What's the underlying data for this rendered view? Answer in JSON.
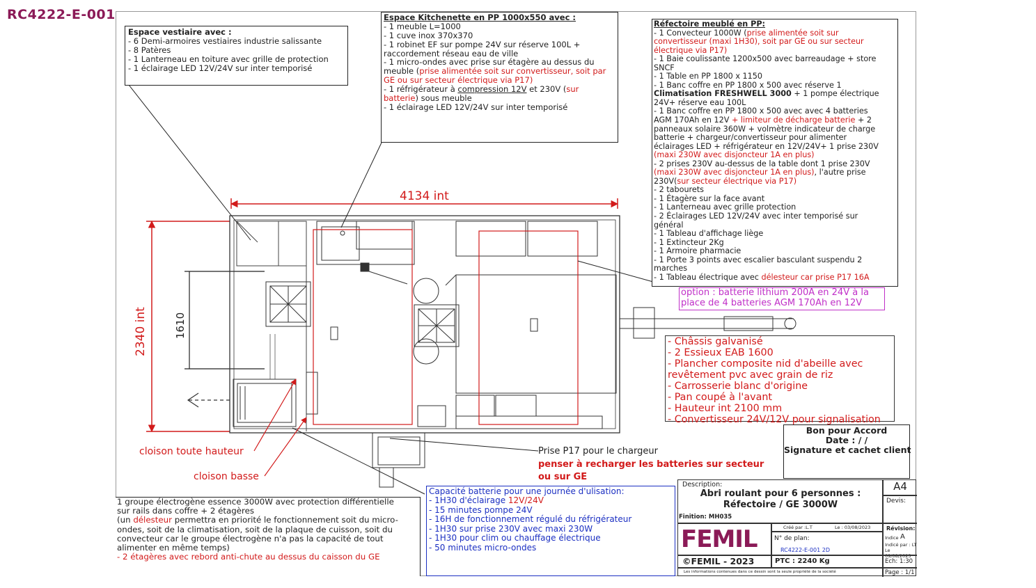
{
  "doc_code": "RC4222-E-001",
  "vestiaire": {
    "title": "Espace vestiaire avec :",
    "lines": [
      "- 6 Demi-armoires vestiaires industrie salissante",
      "- 8 Patères",
      "- 1 Lanterneau en toiture avec grille de protection",
      "- 1 éclairage LED 12V/24V sur inter temporisé"
    ]
  },
  "kitchenette": {
    "title": "Espace Kitchenette en PP 1000x550 avec :",
    "l1": "- 1 meuble L=1000",
    "l2": "- 1 cuve inox 370x370",
    "l3": "- 1 robinet EF sur pompe 24V sur réserve 100L +",
    "l4": "raccordement réseau eau de ville",
    "l5": "- 1 micro-ondes avec prise sur étagère au dessus du",
    "l6a": "meuble (",
    "l6b": "prise alimentée soit sur convertisseur, soit par",
    "l7": "GE ou sur secteur électrique via P17)",
    "l8a": "- 1 réfrigérateur à ",
    "l8b": "compression 12V",
    "l8c": " et 230V (",
    "l8d": "sur",
    "l9a": "batterie",
    "l9b": ") sous meuble",
    "l10": "- 1 éclairage LED 12V/24V sur inter temporisé"
  },
  "refectoire": {
    "title": "Réfectoire meublé en PP:",
    "r1a": "- 1 Convecteur 1000W (",
    "r1b": "prise alimentée soit sur",
    "r2": "convertisseur (maxi 1H30), soit par GE ou sur secteur",
    "r3": "électrique via P17)",
    "r4": "- 1 Baie coulissante 1200x500 avec barreaudage + store",
    "r5": "SNCF",
    "r6": "- 1 Table en PP 1800 x 1150",
    "r7": "- 1 Banc coffre en PP 1800 x 500 avec réserve 1",
    "r8a": "Climatisation FRESHWELL 3000",
    "r8b": " + 1 pompe électrique",
    "r9": "24V+ réserve eau 100L",
    "r10": "- 1 Banc coffre en PP 1800 x 500 avec avec 4 batteries",
    "r11a": "AGM 170Ah en 12V",
    "r11b": " + limiteur de décharge batterie",
    "r11c": " + 2",
    "r12": "panneaux solaire 360W  + volmètre indicateur de charge",
    "r13": "batterie + chargeur/convertisseur pour alimenter",
    "r14": "éclairages LED + réfrigérateur en 12V/24V+ 1 prise 230V",
    "r15": "(maxi 230W avec disjoncteur 1A en plus)",
    "r16": "- 2 prises 230V au-dessus de la table dont 1 prise 230V",
    "r17a": "(maxi 230W avec disjoncteur 1A en plus)",
    "r17b": ", l'autre prise",
    "r18a": "230V(",
    "r18b": "sur secteur électrique via P17)",
    "r19": "- 2 tabourets",
    "r20": "- 1 Étagère sur la face avant",
    "r21": "- 1 Lanterneau avec grille protection",
    "r22": "- 2 Éclairages LED 12V/24V avec inter temporisé sur",
    "r23": "général",
    "r24": "- 1 Tableau d'affichage liège",
    "r25": "- 1 Extincteur 2Kg",
    "r26": "- 1 Armoire pharmacie",
    "r27": " - 1 Porte 3 points avec escalier basculant suspendu 2",
    "r28": "marches",
    "r29a": "- 1 Tableau électrique avec ",
    "r29b": "délesteur car prise P17 16A"
  },
  "option": {
    "l1": "option : batterie lithium 200A en 24V à la",
    "l2": "place de 4 batteries AGM 170Ah en 12V"
  },
  "chassis": {
    "lines": [
      "- Châssis galvanisé",
      "- 2 Essieux EAB 1600",
      "- Plancher composite nid d'abeille avec",
      "revêtement pvc avec grain de riz",
      "- Carrosserie blanc d'origine",
      "- Pan coupé à l'avant",
      "- Hauteur int 2100 mm",
      "- Convertisseur 24V/12V pour signalisation"
    ]
  },
  "bon": {
    "l1": "Bon pour Accord",
    "l2": "Date :   /   /",
    "l3": "Signature et cachet client"
  },
  "dims": {
    "width": "4134 int",
    "height": "2340 int",
    "inner": "1610"
  },
  "labels": {
    "cloison_toute": "cloison toute hauteur",
    "cloison_basse": "cloison basse",
    "prise": "Prise P17 pour le chargeur",
    "penser1": "penser à recharger les batteries sur secteur",
    "penser2": "ou sur GE"
  },
  "groupe": {
    "g1": "1 groupe électrogène essence 3000W avec protection différentielle",
    "g2": "sur rails dans coffre + 2 étagères",
    "g3a": "(un ",
    "g3b": "délesteur",
    "g3c": " permettra en priorité le fonctionnement soit du micro-",
    "g4": "ondes, soit de la climatisation, soit de la plaque de cuisson, soit du",
    "g5": "convecteur car le groupe électrogène n'a pas la capacité de tout",
    "g6": "alimenter en même temps)",
    "g7": "- 2 étagères avec rebord anti-chute au dessus du caisson du GE"
  },
  "capacite": {
    "title": "Capacité batterie pour une journée d'ulisation:",
    "c1a": "- 1H30 d'éclairage ",
    "c1b": "12V/24V",
    "c2": "- 15 minutes pompe 24V",
    "c3": "- 16H  de fonctionnement régulé du réfrigérateur",
    "c4": "- 1H30 sur prise 230V avec maxi 230W",
    "c5": "- 1H30 pour clim ou chauffage électrique",
    "c6": "- 50 minutes micro-ondes"
  },
  "titleblock": {
    "description_label": "Description:",
    "desc1": "Abri roulant pour 6 personnes  :",
    "desc2": "Réfectoire / GE 3000W",
    "finition": "Finition: MH035",
    "format": "A4",
    "devis": "Devis:",
    "logo": "FEMIL",
    "copyright": "©FEMIL - 2023",
    "cree_par": "Créé par :L.T",
    "le": "Le : 03/08/2023",
    "revision": "Révision:",
    "plan_label": "N° de plan:",
    "plan_no": "RC4222-E-001 2D",
    "indice": "Indice",
    "indice_val": "A",
    "indice_par": "Indicé par : LT",
    "indice_le": "Le 09/08/2023",
    "ptc": "PTC : 2240 Kg",
    "echelle": "Ech: 1:30",
    "page": "Page : 1/1",
    "legal": "Les informations contenues dans ce dessin sont la seule propriété de la société"
  },
  "colors": {
    "red": "#d21a1a",
    "magenta": "#c02fc8",
    "blue": "#1b2fc2",
    "code": "#8b1a57"
  }
}
